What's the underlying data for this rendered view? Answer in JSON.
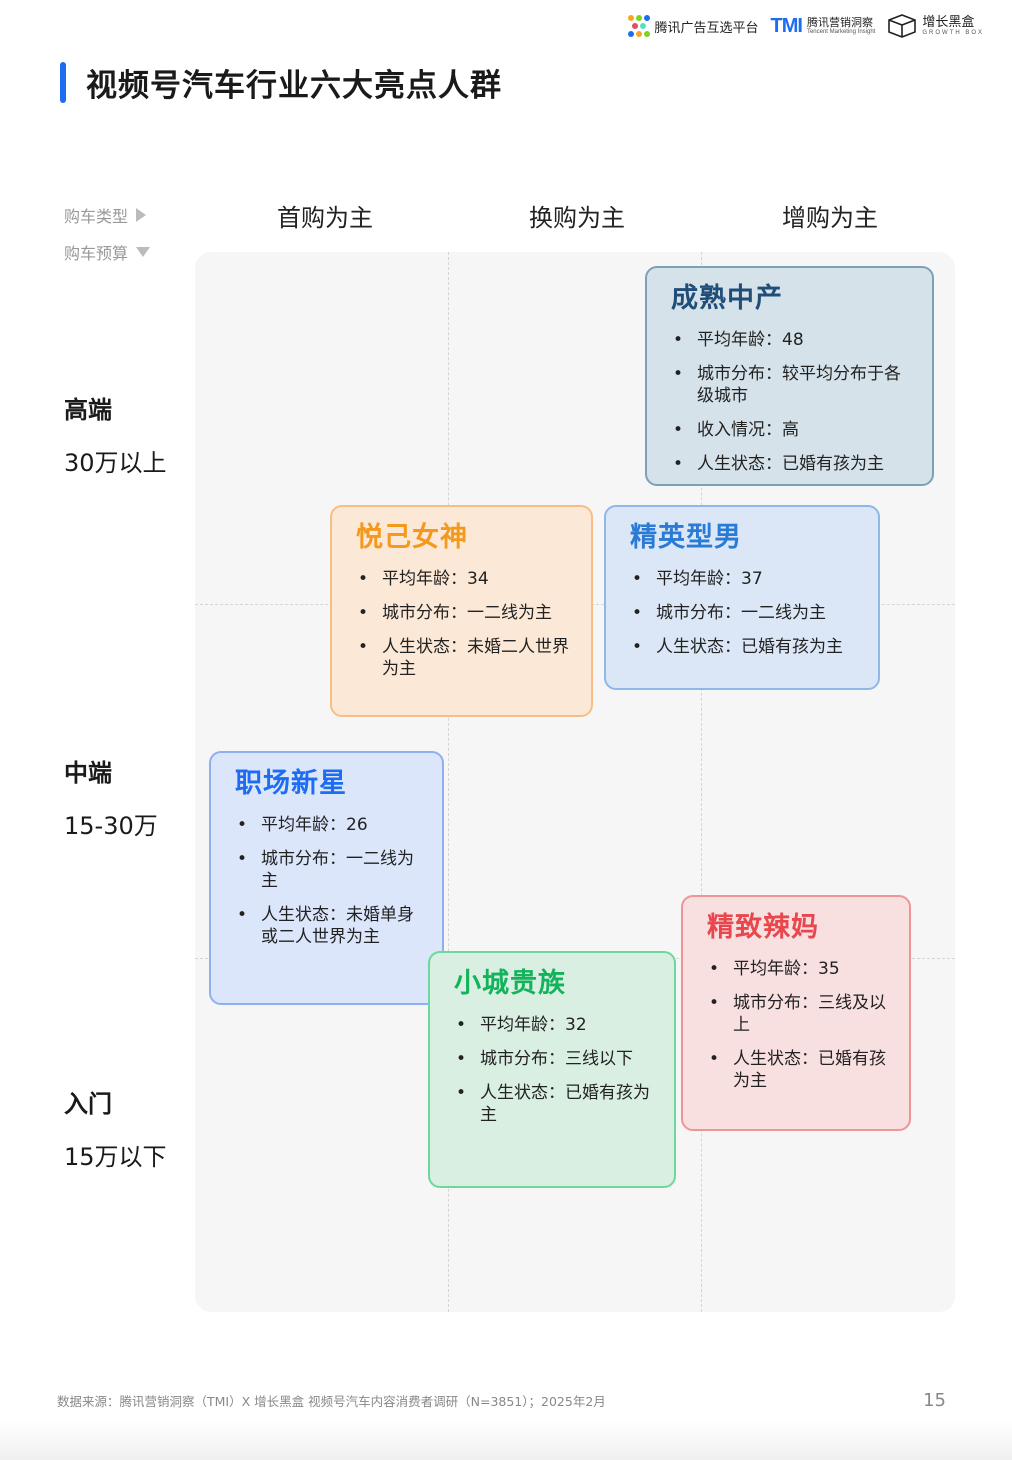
{
  "header": {
    "logo_tencent_ads": "腾讯广告互选平台",
    "logo_tmi_mark": "TMI",
    "logo_tmi_text": "腾讯营销洞察",
    "logo_tmi_sub": "Tencent Marketing Insight",
    "logo_growth_box": "增长黑盒",
    "logo_growth_box_sub": "GROWTH BOX"
  },
  "title": "视频号汽车行业六大亮点人群",
  "axis_legend": {
    "x_axis": "购车类型",
    "y_axis": "购车预算"
  },
  "columns": [
    "首购为主",
    "换购为主",
    "增购为主"
  ],
  "tiers": [
    {
      "name": "高端",
      "range": "30万以上"
    },
    {
      "name": "中端",
      "range": "15-30万"
    },
    {
      "name": "入门",
      "range": "15万以下"
    }
  ],
  "cards": [
    {
      "title": "成熟中产",
      "title_color": "#1f4e79",
      "bg": "#d6e2ea",
      "border": "#7f9fb6",
      "items": [
        "平均年龄：48",
        "城市分布：较平均分布于各级城市",
        "收入情况：高",
        "人生状态：已婚有孩为主"
      ]
    },
    {
      "title": "悦己女神",
      "title_color": "#f39a1e",
      "bg": "#fce8d6",
      "border": "#f6be86",
      "items": [
        "平均年龄：34",
        "城市分布：一二线为主",
        "人生状态：未婚二人世界为主"
      ]
    },
    {
      "title": "精英型男",
      "title_color": "#2a7bd6",
      "bg": "#dbe7f6",
      "border": "#8fb7e7",
      "items": [
        "平均年龄：37",
        "城市分布：一二线为主",
        "人生状态：已婚有孩为主"
      ]
    },
    {
      "title": "职场新星",
      "title_color": "#1e6cf0",
      "bg": "#dce6fb",
      "border": "#8eb0ef",
      "items": [
        "平均年龄：26",
        "城市分布：一二线为主",
        "人生状态：未婚单身或二人世界为主"
      ]
    },
    {
      "title": "小城贵族",
      "title_color": "#13b35c",
      "bg": "#d9efe2",
      "border": "#6ed79e",
      "items": [
        "平均年龄：32",
        "城市分布：三线以下",
        "人生状态：已婚有孩为主"
      ]
    },
    {
      "title": "精致辣妈",
      "title_color": "#e8474d",
      "bg": "#f8dfe0",
      "border": "#ee9598",
      "items": [
        "平均年龄：35",
        "城市分布：三线及以上",
        "人生状态：已婚有孩为主"
      ]
    }
  ],
  "footer": {
    "source": "数据来源：腾讯营销洞察（TMI）X 增长黑盒  视频号汽车内容消费者调研（N=3851）；2025年2月",
    "page_number": "15"
  }
}
